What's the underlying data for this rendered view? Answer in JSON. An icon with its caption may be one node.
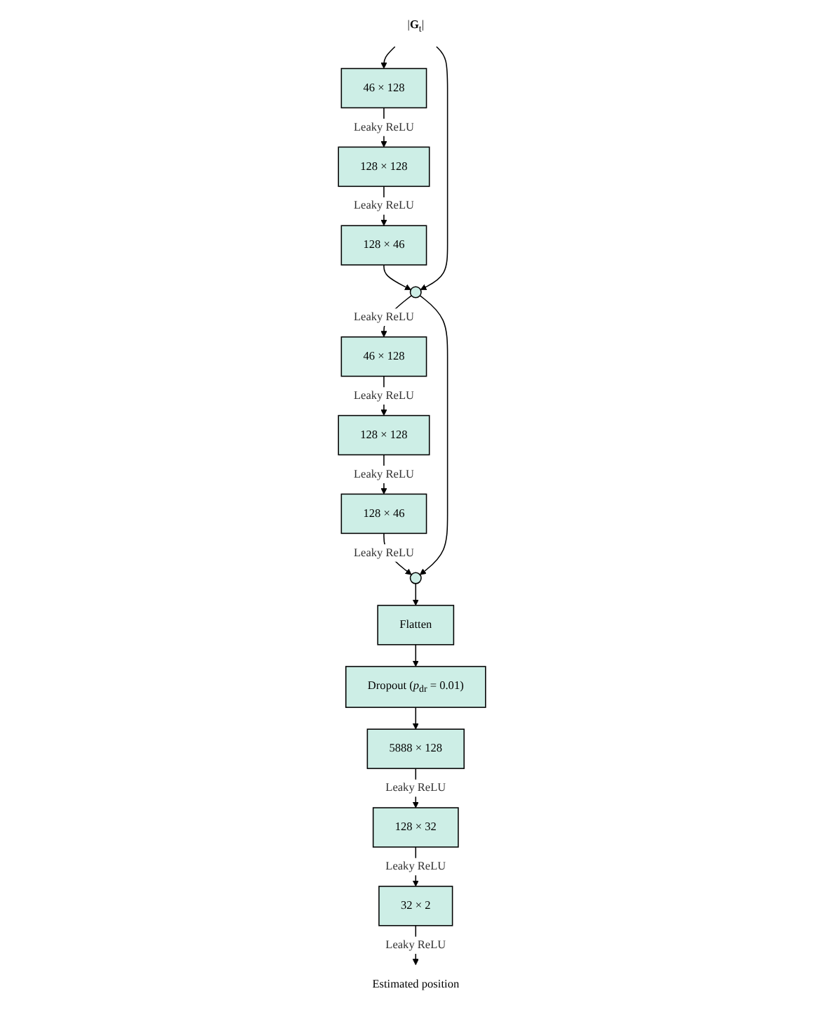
{
  "diagram": {
    "nodes": [
      {
        "text": [
          "|**G**$_{t}$|"
        ]
      },
      {
        "text": [
          "46 × 128"
        ]
      },
      {
        "text": [
          "128 × 128"
        ]
      },
      {
        "text": [
          "128 × 46"
        ]
      },
      {
        "text": [],
        "shape": "circle"
      },
      {
        "text": [
          "46 × 128"
        ]
      },
      {
        "text": [
          "128 × 128"
        ]
      },
      {
        "text": [
          "128 × 46"
        ]
      },
      {
        "text": [],
        "shape": "circle"
      },
      {
        "text": [
          "Flatten"
        ]
      },
      {
        "text": [
          "Dropout (*p*$_{dr}$ = 0.01)"
        ]
      },
      {
        "text": [
          "5888 × 128"
        ]
      },
      {
        "text": [
          "128 × 32"
        ]
      },
      {
        "text": [
          "32 × 2"
        ]
      },
      {
        "text": [
          "Estimated position"
        ]
      }
    ],
    "edges": [
      {
        "from": 0,
        "to": 1,
        "arrow": "to"
      },
      {
        "from": 1,
        "to": 2,
        "arrow": "to",
        "label": "Leaky ReLU"
      },
      {
        "from": 2,
        "to": 3,
        "arrow": "to",
        "label": "Leaky ReLU"
      },
      {
        "from": 3,
        "to": 4,
        "arrow": "to"
      },
      {
        "from": 0,
        "to": 4,
        "arrow": "to"
      },
      {
        "from": 4,
        "to": 5,
        "arrow": "to",
        "label": "Leaky ReLU"
      },
      {
        "from": 5,
        "to": 6,
        "arrow": "to",
        "label": "Leaky ReLU"
      },
      {
        "from": 6,
        "to": 7,
        "arrow": "to",
        "label": "Leaky ReLU"
      },
      {
        "from": 7,
        "to": 8,
        "arrow": "to",
        "label": "Leaky ReLU"
      },
      {
        "from": 4,
        "to": 8,
        "arrow": "to"
      },
      {
        "from": 8,
        "to": 9,
        "arrow": "to"
      },
      {
        "from": 9,
        "to": 10,
        "arrow": "to"
      },
      {
        "from": 10,
        "to": 11,
        "arrow": "to"
      },
      {
        "from": 11,
        "to": 12,
        "arrow": "to",
        "label": "Leaky ReLU"
      },
      {
        "from": 12,
        "to": 13,
        "arrow": "to",
        "label": "Leaky ReLU"
      },
      {
        "from": 13,
        "to": 14,
        "arrow": "to",
        "label": "Leaky ReLU"
      }
    ]
  }
}
